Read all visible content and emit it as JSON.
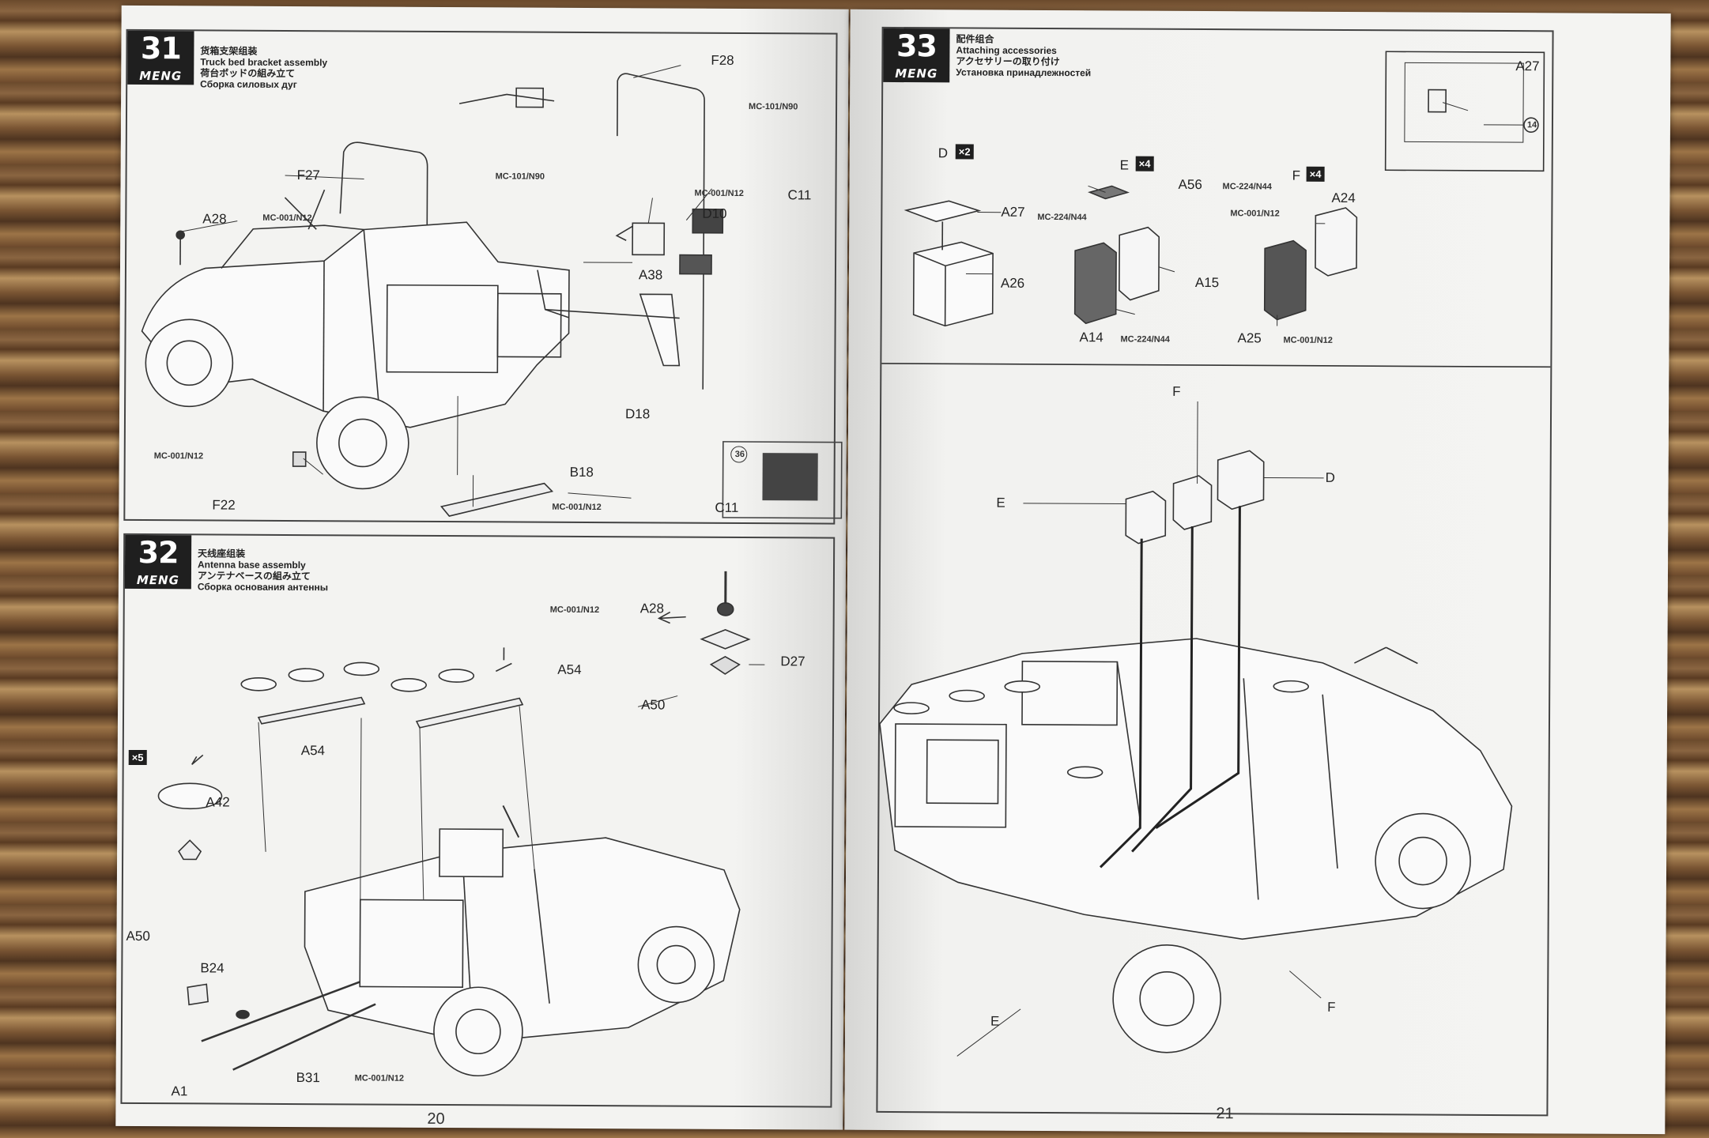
{
  "left_page": {
    "page_number": "20",
    "step31": {
      "number": "31",
      "brand": "MENG",
      "title_cn": "货箱支架组装",
      "title_en": "Truck bed bracket assembly",
      "title_jp": "荷台ボッドの組み立て",
      "title_ru": "Сборка силовых дуг",
      "labels": {
        "f28": "F28",
        "mc101a": "MC-101/N90",
        "f27": "F27",
        "mc101b": "MC-101/N90",
        "a28": "A28",
        "mc001a": "MC-001/N12",
        "mc001c11": "MC-001/N12",
        "c11": "C11",
        "d10": "D10",
        "a38": "A38",
        "d18": "D18",
        "mc001f22": "MC-001/N12",
        "f22": "F22",
        "b18": "B18",
        "mc001b18": "MC-001/N12",
        "inset_num": "36",
        "c11_inset": "C11"
      }
    },
    "step32": {
      "number": "32",
      "brand": "MENG",
      "title_cn": "天线座组装",
      "title_en": "Antenna base assembly",
      "title_jp": "アンテナベースの組み立て",
      "title_ru": "Сборка основания антенны",
      "labels": {
        "mc001a28": "MC-001/N12",
        "a28": "A28",
        "a54a": "A54",
        "a54b": "A54",
        "d27": "D27",
        "a50a": "A50",
        "qty": "×5",
        "a42": "A42",
        "a50b": "A50",
        "b24": "B24",
        "a1": "A1",
        "b31": "B31",
        "mc001b31": "MC-001/N12"
      }
    }
  },
  "right_page": {
    "page_number": "21",
    "step33": {
      "number": "33",
      "brand": "MENG",
      "title_cn": "配件组合",
      "title_en": "Attaching accessories",
      "title_jp": "アクセサリーの取り付け",
      "title_ru": "Установка принадлежностей",
      "labels": {
        "a27_inset": "A27",
        "inset_num": "14",
        "d": "D",
        "d_qty": "×2",
        "a27": "A27",
        "a26": "A26",
        "e": "E",
        "e_qty": "×4",
        "a56": "A56",
        "mc224a": "MC-224/N44",
        "mc224b": "MC-224/N44",
        "a15": "A15",
        "a14": "A14",
        "mc224c": "MC-224/N44",
        "f": "F",
        "f_qty": "×4",
        "a24": "A24",
        "mc001a": "MC-001/N12",
        "a25": "A25",
        "mc001b": "MC-001/N12",
        "f_top": "F",
        "d_right": "D",
        "e_left": "E",
        "f_bottom": "F",
        "e_bottom": "E"
      }
    }
  }
}
